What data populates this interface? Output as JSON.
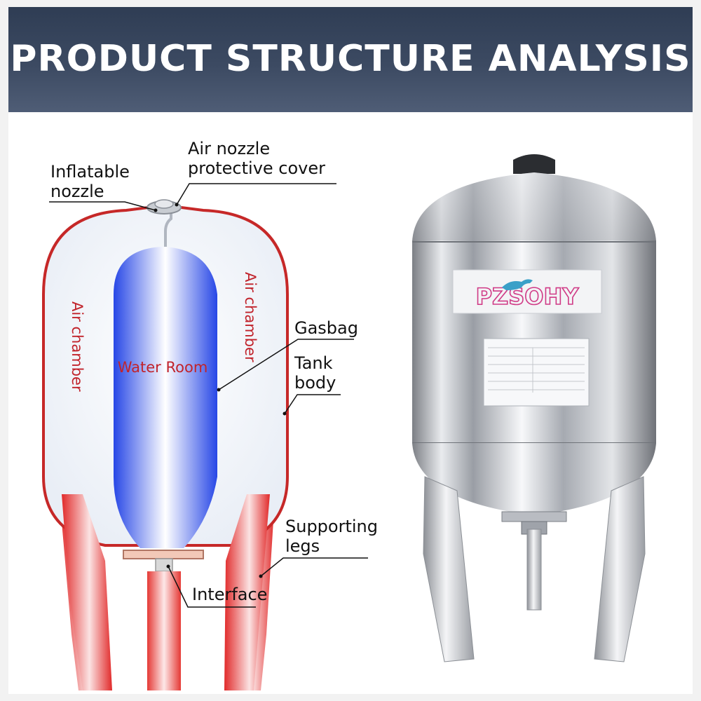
{
  "header": {
    "title": "PRODUCT STRUCTURE ANALYSIS"
  },
  "diagram": {
    "labels": {
      "air_nozzle_cover_line1": "Air nozzle",
      "air_nozzle_cover_line2": "protective cover",
      "inflatable_line1": "Inflatable",
      "inflatable_line2": "nozzle",
      "air_chamber_left": "Air chamber",
      "air_chamber_right": "Air chamber",
      "water_room": "Water Room",
      "gasbag": "Gasbag",
      "tank_body_line1": "Tank",
      "tank_body_line2": "body",
      "supporting_legs_line1": "Supporting",
      "supporting_legs_line2": "legs",
      "interface": "Interface"
    },
    "colors": {
      "tank_outline": "#c62828",
      "legs": "#e53935",
      "gasbag": "#2f5bea",
      "header_bg": "#3c4a62"
    }
  },
  "product": {
    "brand": "PZSOHY",
    "logo_icon": "kangaroo-icon"
  }
}
